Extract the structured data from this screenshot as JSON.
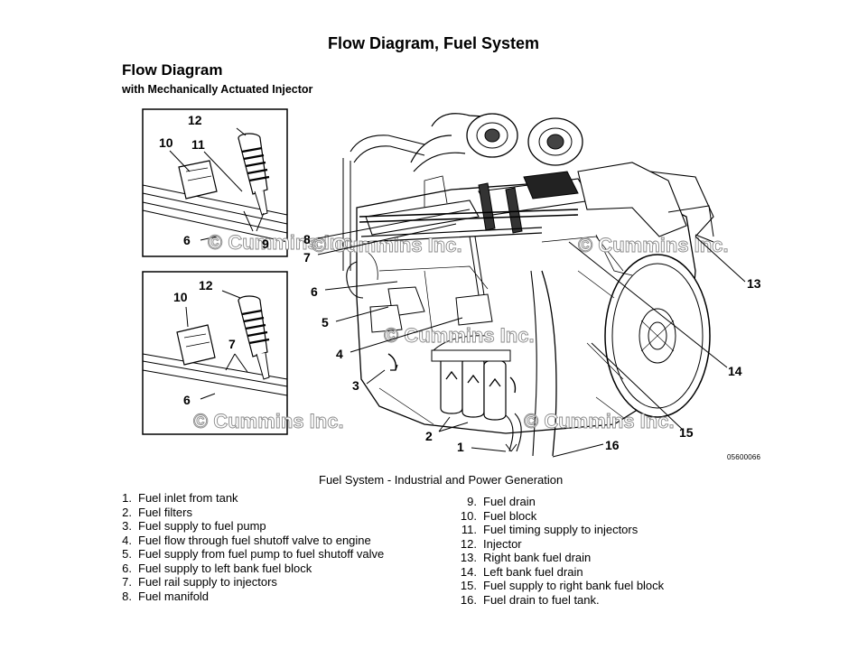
{
  "page": {
    "title": "Flow Diagram, Fuel System",
    "heading": "Flow Diagram",
    "subheading": "with Mechanically Actuated Injector",
    "caption": "Fuel System - Industrial and Power Generation",
    "figure_code": "05600066",
    "watermark": "© Cummins Inc."
  },
  "callouts": {
    "inset_top": {
      "c12": "12",
      "c10": "10",
      "c11": "11",
      "c9": "9",
      "c6": "6"
    },
    "inset_bottom": {
      "c12": "12",
      "c10": "10",
      "c7": "7",
      "c6": "6"
    },
    "engine": {
      "c8": "8",
      "c7": "7",
      "c6": "6",
      "c5": "5",
      "c4": "4",
      "c3": "3",
      "c2": "2",
      "c1": "1",
      "c16": "16",
      "c15": "15",
      "c14": "14",
      "c13": "13"
    }
  },
  "legend": {
    "left": [
      {
        "num": "1.",
        "text": "Fuel inlet from tank"
      },
      {
        "num": "2.",
        "text": "Fuel filters"
      },
      {
        "num": "3.",
        "text": "Fuel supply to fuel pump"
      },
      {
        "num": "4.",
        "text": "Fuel flow through fuel shutoff valve to engine"
      },
      {
        "num": "5.",
        "text": "Fuel supply from fuel pump to fuel shutoff valve"
      },
      {
        "num": "6.",
        "text": "Fuel supply to left bank fuel block"
      },
      {
        "num": "7.",
        "text": "Fuel rail supply to injectors"
      },
      {
        "num": "8.",
        "text": "Fuel manifold"
      }
    ],
    "right": [
      {
        "num": "9.",
        "text": "Fuel drain"
      },
      {
        "num": "10.",
        "text": "Fuel block"
      },
      {
        "num": "11.",
        "text": "Fuel timing supply to injectors"
      },
      {
        "num": "12.",
        "text": "Injector"
      },
      {
        "num": "13.",
        "text": "Right bank fuel drain"
      },
      {
        "num": "14.",
        "text": "Left bank fuel drain"
      },
      {
        "num": "15.",
        "text": "Fuel supply to right bank fuel block"
      },
      {
        "num": "16.",
        "text": "Fuel drain to fuel tank."
      }
    ]
  }
}
